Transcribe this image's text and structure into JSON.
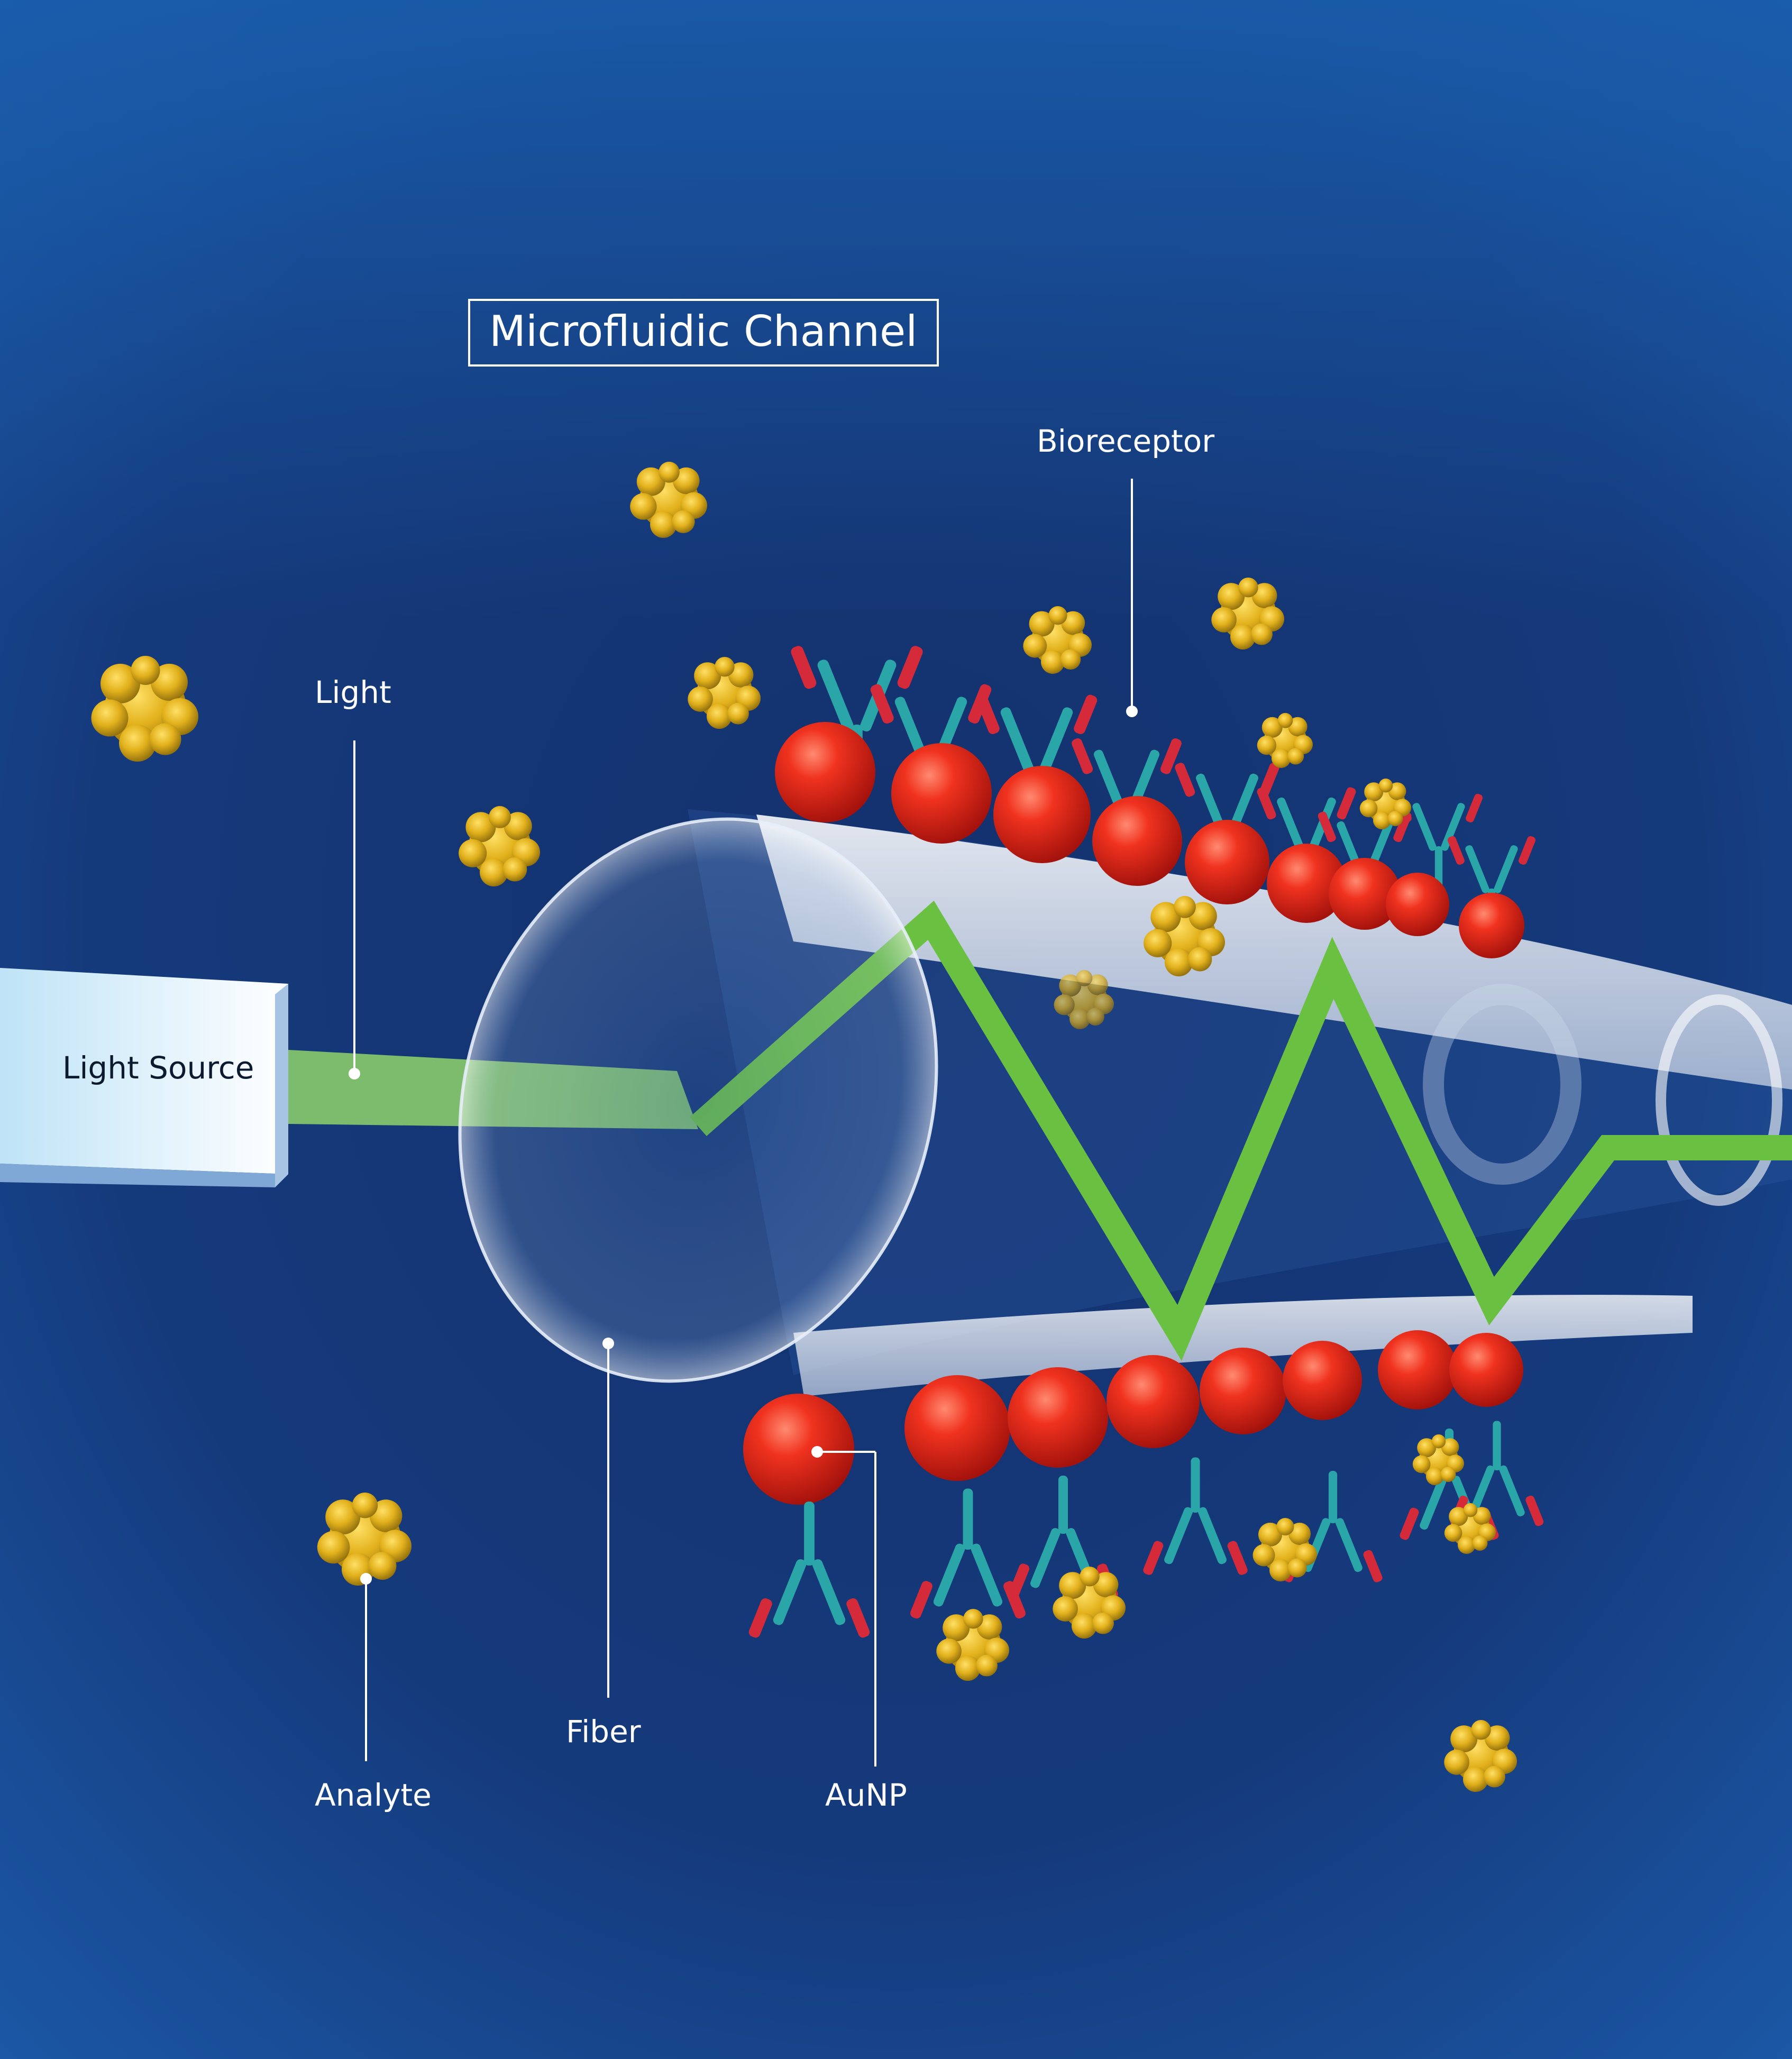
{
  "title": "Microfluidic Channel",
  "labels": {
    "bioreceptor": "Bioreceptor",
    "light": "Light",
    "light_source": "Light Source",
    "fiber": "Fiber",
    "analyte": "Analyte",
    "aunp": "AuNP"
  },
  "colors": {
    "background_top": "#1a5fae",
    "background_mid": "#14377a",
    "background_bottom": "#1a4e9a",
    "light_beam": "#7ed957",
    "zigzag": "#6ac040",
    "aunp": "#e8281e",
    "analyte": "#e3b21e",
    "antibody_stem": "#2aa6a8",
    "antibody_tip": "#d42a3a",
    "fiber": "#f2f6fb",
    "source_block": "#e8f4fc"
  },
  "icons": {
    "aunp": "red-sphere",
    "analyte": "yellow-cluster",
    "bioreceptor": "y-antibody"
  }
}
